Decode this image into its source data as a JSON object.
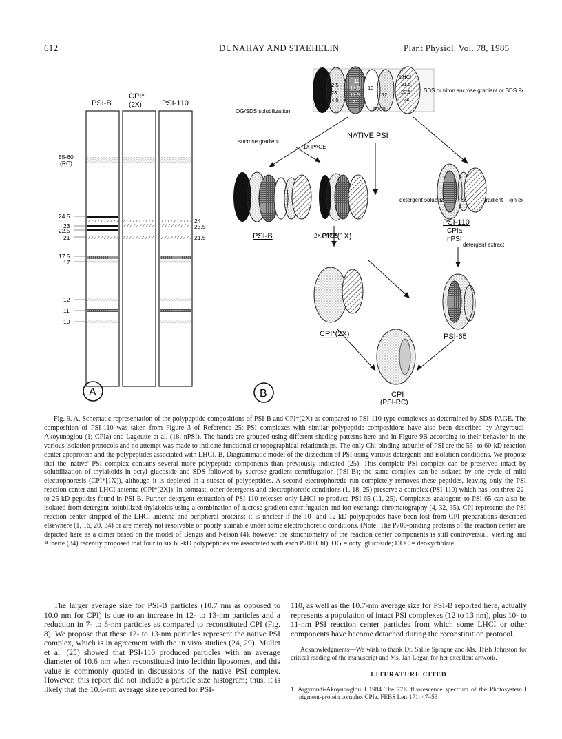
{
  "header": {
    "page_number": "612",
    "running_title": "DUNAHAY AND STAEHELIN",
    "journal": "Plant Physiol. Vol. 78, 1985"
  },
  "panel_a": {
    "letter": "A",
    "lanes": [
      {
        "title": "PSI-B",
        "subtitle": ""
      },
      {
        "title": "CPI*",
        "subtitle": "(2X)"
      },
      {
        "title": "PSI-110",
        "subtitle": ""
      }
    ],
    "left_labels": [
      "55-60",
      "(RC)",
      "24.5",
      "23",
      "22.5",
      "21",
      "17.5",
      "17",
      "12",
      "11",
      "10"
    ],
    "right_labels": [
      "24",
      "23.5",
      "21.5"
    ]
  },
  "panel_b": {
    "letter": "B",
    "native_label": "NATIVE PSI",
    "native_subunits_left": [
      "22.5",
      "23",
      "24.5"
    ],
    "native_subunits_mid": [
      "11",
      "17.5",
      "17.5",
      "21"
    ],
    "native_subunits_right": [
      "10",
      "12"
    ],
    "native_lhci_values": [
      "LHCI",
      "21.5",
      "23.5",
      "24"
    ],
    "p700": "P700",
    "lhci": "LHCI",
    "step_og_sds": "OG/SDS solubilization",
    "step_sucrose": "sucrose gradient",
    "step_1x_page": "1X PAGE",
    "step_sds_triton": "SDS or triton sucrose gradient or SDS PAGE or Digitonin/ DOC PAGE",
    "step_detergent_solub": "detergent solubilization + sucrose gradient + ion exchange chromatography",
    "step_2x_page": "2X PAGE",
    "step_detergent_extract": "detergent extract",
    "label_psib": "PSI-B",
    "label_cpi1x": "CPI*(1X)",
    "label_psi110": "PSI-110",
    "label_cpia": "CPIa",
    "label_npsi": "nPSI",
    "label_cpi2x": "CPI*(2X)",
    "label_psi65": "PSI-65",
    "label_cpi": "CPI",
    "label_psirc": "(PSI-RC)"
  },
  "caption": "Fig. 9. A, Schematic representation of the polypeptide compositions of PSI-B and CPI*(2X) as compared to PSI-110-type complexes as determined by SDS-PAGE. The composition of PSI-110 was taken from Figure 3 of Reference 25; PSI complexes with similar polypeptide compositions have also been described by Argyroudi-Akoyunoglou (1; CPIa) and Lagoutte et al. (18; nPSI). The bands are grouped using different shading patterns here and in Figure 9B according to their behavior in the various isolation protocols and no attempt was made to indicate functional or topographical relationships. The only Chl-binding subunits of PSI are the 55- to 60-kD reaction center apoprotein and the polypeptides associated with LHCI. B, Diagrammatic model of the dissection of PSI using various detergents and isolation conditions. We propose that the 'native' PSI complex contains several more polypeptide components than previously indicated (25). This complete PSI complex can be preserved intact by solubilization of thylakoids in octyl glucoside and SDS followed by sucrose gradient centrifugation (PSI-B); the same complex can be isolated by one cycle of mild electrophoresis (CPI*[1X]), although it is depleted in a subset of polypeptides. A second electrophoretic run completely removes these peptides, leaving only the PSI reaction center and LHCI antenna (CPI*[2X]). In contrast, other detergents and electrophoretic conditions (1, 18, 25) preserve a complex (PSI-110) which has lost three 22- to 25-kD peptides found in PSI-B. Further detergent extraction of PSI-110 releases only LHCI to produce PSI-65 (11, 25). Complexes analogous to PSI-65 can also be isolated from detergent-solubilized thylakoids using a combination of sucrose gradient centrifugation and ion-exchange chromatography (4, 32, 35). CPI represents the PSI reaction center stripped of the LHCI antenna and peripheral proteins; it is unclear if the 10- and 12-kD polypeptides have been lost from CPI preparations described elsewhere (1, 16, 20, 34) or are merely not resolvable or poorly stainable under some electrophoretic conditions. (Note: The P700-binding proteins of the reaction center are depicted here as a dimer based on the model of Bengis and Nelson (4), however the stoichiometry of the reaction center components is still controversial. Vierling and Alberte (34) recently proposed that four to six 60-kD polypeptides are associated with each P700 Chl). OG = octyl glucoside; DOC = deoxycholate.",
  "left_column": "The larger average size for PSI-B particles (10.7 nm as opposed to 10.0 nm for CPI) is due to an increase in 12- to 13-nm particles and a reduction in 7- to 8-nm particles as compared to reconstituted CPI (Fig. 8). We propose that these 12- to 13-nm particles represent the native PSI complex, which is in agreement with the in vivo studies (24, 29). Mullet et al. (25) showed that PSI-110 produced particles with an average diameter of 10.6 nm when reconstituted into lecithin liposomes, and this value is commonly quoted in discussions of the native PSI complex. However, this report did not include a particle size histogram; thus, it is likely that the 10.6-nm average size reported for PSI-",
  "right_column": "110, as well as the 10.7-nm average size for PSI-B reported here, actually represents a population of intact PSI complexes (12 to 13 nm), plus 10- to 11-nm PSI reaction center particles from which some LHCI or other components have become detached during the reconstitution protocol.",
  "acknowledgments": "Acknowledgments—We wish to thank Dr. Sallie Sprague and Ms. Trish Johnston for critical reading of the manuscript and Ms. Jan Logan for her excellent artwork.",
  "literature_heading": "LITERATURE CITED",
  "reference_1": "1. Argyroudi-Akoyunoglou J 1984 The 77K fluorescence spectrum of the Photosystem I pigment-protein complex CPIa. FEBS Lett 171: 47–53"
}
